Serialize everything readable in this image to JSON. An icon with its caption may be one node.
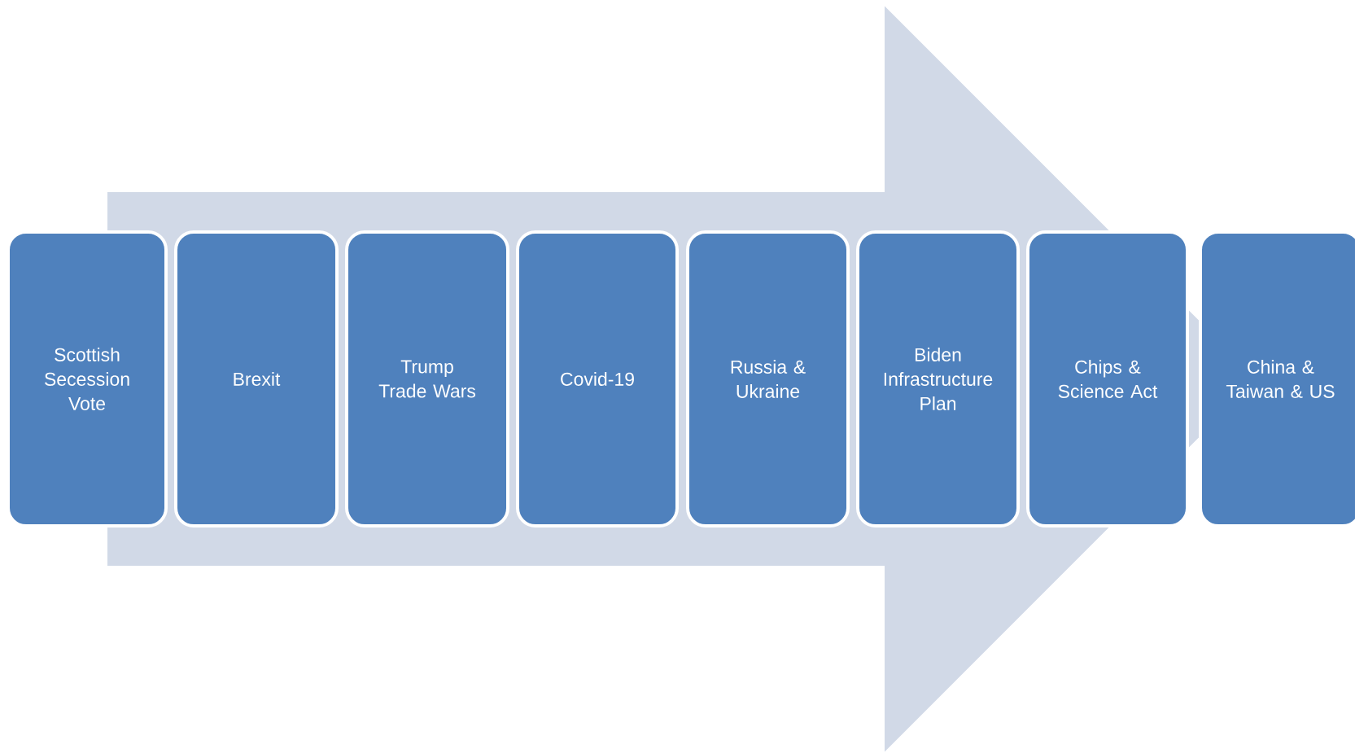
{
  "diagram": {
    "nodes": [
      {
        "text": [
          "Scottish Secession Vote"
        ]
      },
      {
        "text": [
          "Brexit"
        ]
      },
      {
        "text": [
          "Trump Trade Wars"
        ]
      },
      {
        "text": [
          "Covid-19"
        ]
      },
      {
        "text": [
          "Russia & Ukraine"
        ]
      },
      {
        "text": [
          "Biden Infrastructure Plan"
        ]
      },
      {
        "text": [
          "Chips & Science Act"
        ]
      },
      {
        "text": [
          "China & Taiwan & US"
        ]
      }
    ],
    "edges": [
      {
        "from": 0,
        "to": 7,
        "arrow": "to"
      }
    ]
  }
}
